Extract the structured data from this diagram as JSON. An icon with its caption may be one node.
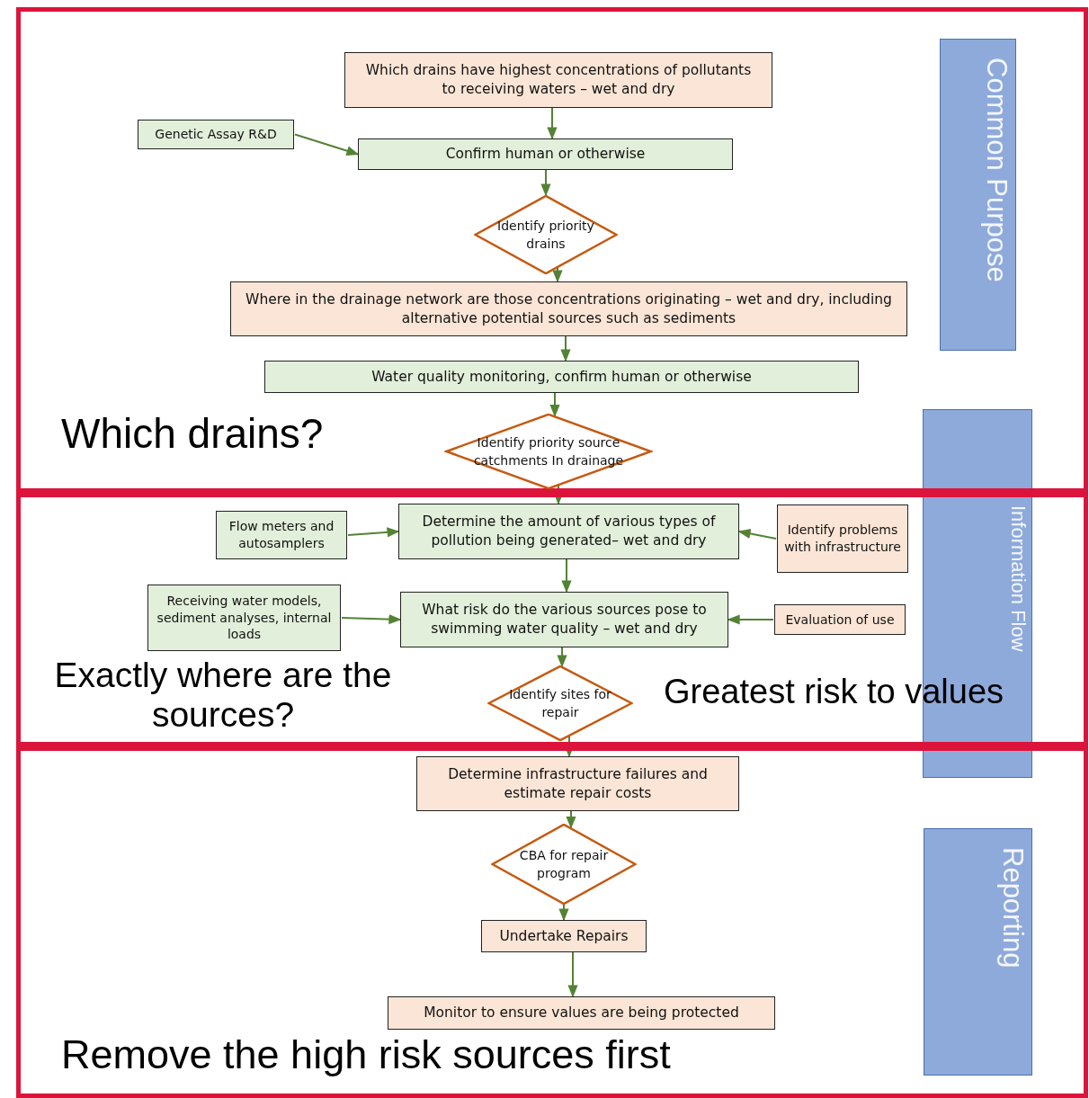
{
  "diagram": {
    "nodes": [
      {
        "text": [
          "Which drains?"
        ]
      },
      {
        "text": [
          "Which drains have highest concentrations of pollutants to receiving waters – wet and dry"
        ],
        "in": 0
      },
      {
        "text": [
          "Genetic Assay R&D"
        ],
        "in": 0
      },
      {
        "text": [
          "Confirm human or otherwise"
        ],
        "in": 0
      },
      {
        "text": [
          "Identify priority drains"
        ],
        "in": 0
      },
      {
        "text": [
          "Where in the drainage network are those concentrations originating – wet and dry, including alternative potential sources such as sediments"
        ],
        "in": 0
      },
      {
        "text": [
          "Water quality monitoring, confirm human or otherwise"
        ],
        "in": 0
      },
      {
        "text": [
          "Identify priority source catchments In drainage"
        ],
        "in": 0
      },
      {
        "text": [
          "Exactly where are the sources?",
          "Greatest risk to values"
        ]
      },
      {
        "text": [
          "Flow meters and autosamplers"
        ],
        "in": 8
      },
      {
        "text": [
          "Determine the amount of various types of pollution being generated– wet and dry"
        ],
        "in": 8
      },
      {
        "text": [
          "Identify problems with infrastructure"
        ],
        "in": 8
      },
      {
        "text": [
          "Receiving water models, sediment analyses, internal loads"
        ],
        "in": 8
      },
      {
        "text": [
          "What risk do the various sources pose to swimming water quality – wet and dry"
        ],
        "in": 8
      },
      {
        "text": [
          "Evaluation of use"
        ],
        "in": 8
      },
      {
        "text": [
          "Identify sites for repair"
        ],
        "in": 8
      },
      {
        "text": [
          "Remove the high risk sources first"
        ]
      },
      {
        "text": [
          "Determine infrastructure failures and estimate repair costs"
        ],
        "in": 16
      },
      {
        "text": [
          "CBA for repair program"
        ],
        "in": 16
      },
      {
        "text": [
          "Undertake Repairs"
        ],
        "in": 16
      },
      {
        "text": [
          "Monitor to ensure values are being protected"
        ],
        "in": 16
      },
      {
        "text": [
          "Common Purpose"
        ],
        "in": 0
      },
      {
        "text": [
          "Information Flow"
        ]
      },
      {
        "text": [
          "Reporting"
        ],
        "in": 16
      }
    ],
    "edges": [
      {
        "from": 1,
        "to": 3,
        "arrow": "to"
      },
      {
        "from": 2,
        "to": 3,
        "arrow": "to"
      },
      {
        "from": 3,
        "to": 4,
        "arrow": "to"
      },
      {
        "from": 4,
        "to": 5,
        "arrow": "to"
      },
      {
        "from": 5,
        "to": 6,
        "arrow": "to"
      },
      {
        "from": 6,
        "to": 7,
        "arrow": "to"
      },
      {
        "from": 7,
        "to": 10,
        "arrow": "to"
      },
      {
        "from": 9,
        "to": 10,
        "arrow": "to"
      },
      {
        "from": 11,
        "to": 10,
        "arrow": "to"
      },
      {
        "from": 10,
        "to": 13,
        "arrow": "to"
      },
      {
        "from": 12,
        "to": 13,
        "arrow": "to"
      },
      {
        "from": 14,
        "to": 13,
        "arrow": "to"
      },
      {
        "from": 13,
        "to": 15,
        "arrow": "to"
      },
      {
        "from": 15,
        "to": 17,
        "arrow": "to"
      },
      {
        "from": 17,
        "to": 18,
        "arrow": "to"
      },
      {
        "from": 18,
        "to": 19,
        "arrow": "to"
      },
      {
        "from": 19,
        "to": 20,
        "arrow": "to"
      }
    ]
  }
}
